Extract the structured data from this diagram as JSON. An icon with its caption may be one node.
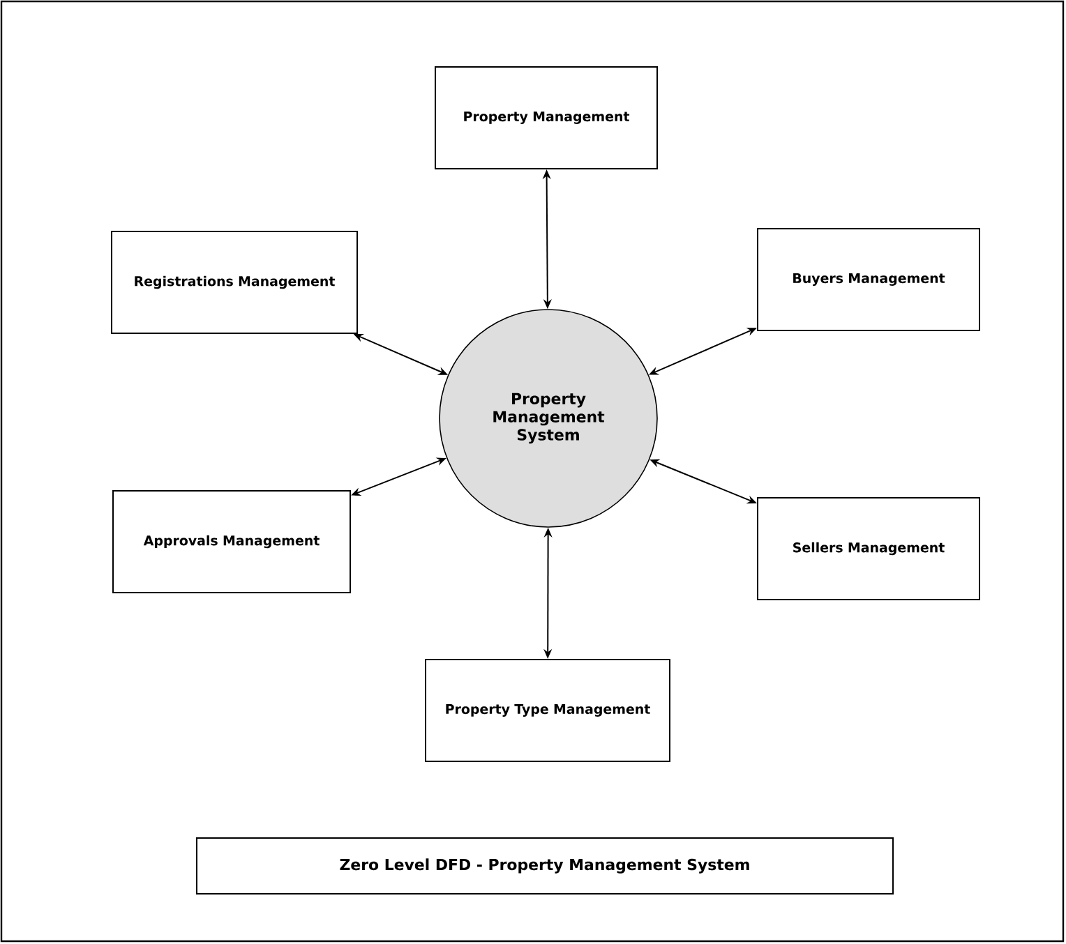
{
  "diagram": {
    "title": "Zero Level DFD - Property Management System",
    "nodes": [
      {
        "text": [
          "Property Management"
        ]
      },
      {
        "text": [
          "Registrations Management"
        ]
      },
      {
        "text": [
          "Buyers Management"
        ]
      },
      {
        "text": [
          "Property Management System"
        ]
      },
      {
        "text": [
          "Approvals Management"
        ]
      },
      {
        "text": [
          "Sellers Management"
        ]
      },
      {
        "text": [
          "Property Type Management"
        ]
      }
    ],
    "edges": [
      {
        "from": 3,
        "to": 0,
        "arrow": "both"
      },
      {
        "from": 3,
        "to": 1,
        "arrow": "both"
      },
      {
        "from": 3,
        "to": 2,
        "arrow": "both"
      },
      {
        "from": 3,
        "to": 4,
        "arrow": "both"
      },
      {
        "from": 3,
        "to": 5,
        "arrow": "both"
      },
      {
        "from": 3,
        "to": 6,
        "arrow": "both"
      }
    ]
  }
}
